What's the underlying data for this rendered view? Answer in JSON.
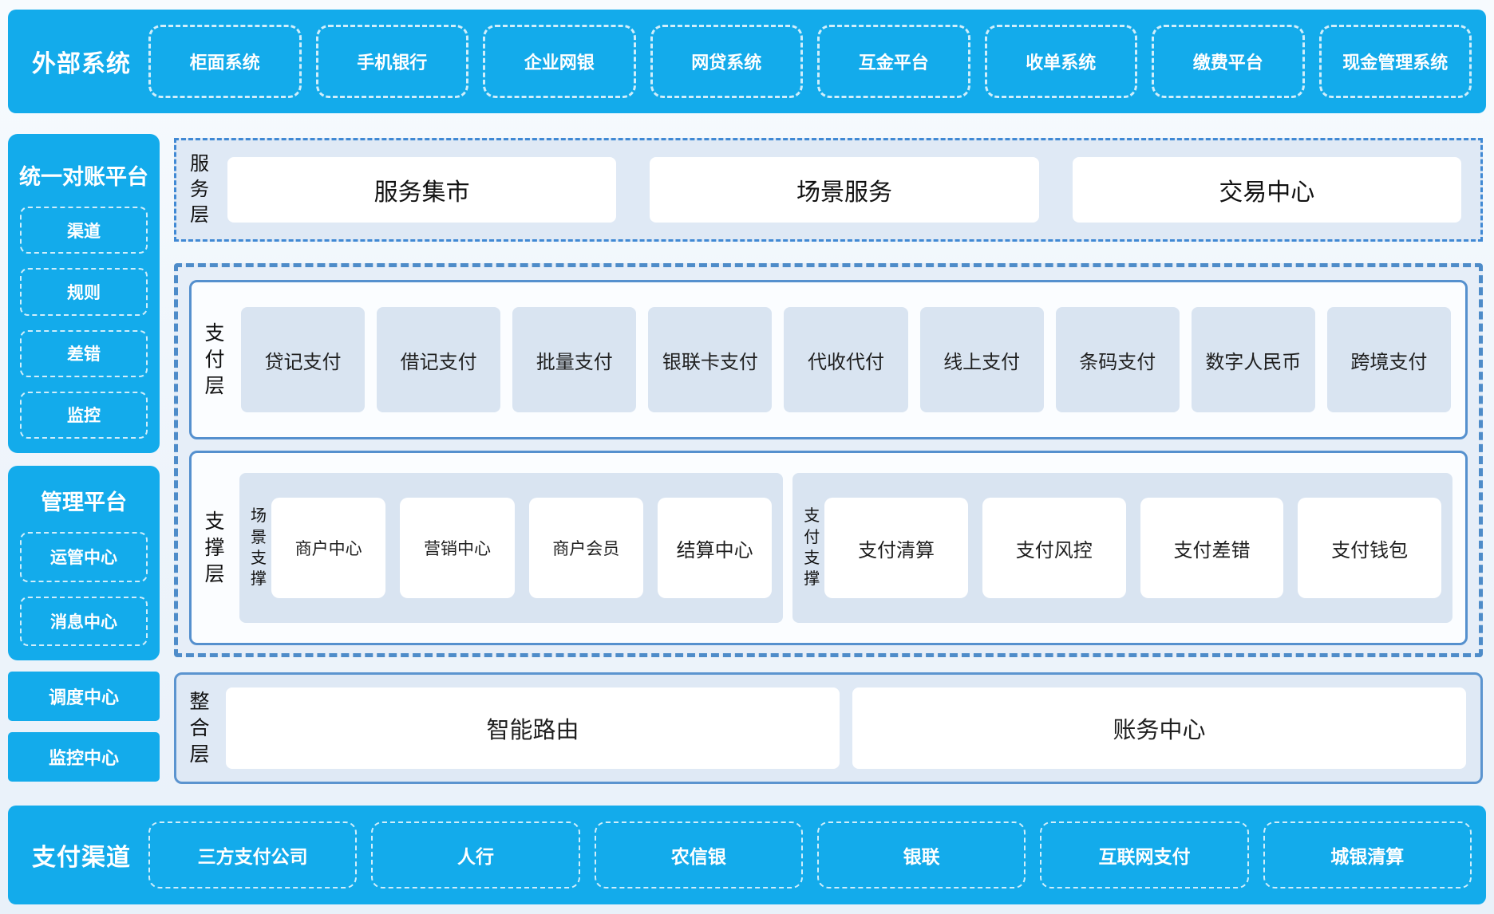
{
  "colors": {
    "brand_blue": "#13abeb",
    "outer_dashed_bg": "#e6eef8",
    "layer_bg": "#dfe9f5",
    "item_bg": "#d9e4f1",
    "solid_border": "#5590ce",
    "dashed_border": "#4e8cc9"
  },
  "external_systems": {
    "title": "外部系统",
    "items": [
      "柜面系统",
      "手机银行",
      "企业网银",
      "网贷系统",
      "互金平台",
      "收单系统",
      "缴费平台",
      "现金管理系统"
    ]
  },
  "sidebar": {
    "reconciliation": {
      "title": "统一对账平台",
      "items": [
        "渠道",
        "规则",
        "差错",
        "监控"
      ]
    },
    "management": {
      "title": "管理平台",
      "items": [
        "运管中心",
        "消息中心"
      ]
    },
    "dispatch_center": "调度中心",
    "monitor_center": "监控中心"
  },
  "service_layer": {
    "label": "服务层",
    "items": [
      "服务集市",
      "场景服务",
      "交易中心"
    ]
  },
  "payment_layer": {
    "label": "支付层",
    "items": [
      "贷记支付",
      "借记支付",
      "批量支付",
      "银联卡支付",
      "代收代付",
      "线上支付",
      "条码支付",
      "数字人民币",
      "跨境支付"
    ]
  },
  "support_layer": {
    "label": "支撑层",
    "groups": [
      {
        "label": "场景支撑",
        "items": [
          "商户中心",
          "营销中心",
          "商户会员",
          "结算中心"
        ]
      },
      {
        "label": "支付支撑",
        "items": [
          "支付清算",
          "支付风控",
          "支付差错",
          "支付钱包"
        ]
      }
    ]
  },
  "integration_layer": {
    "label": "整合层",
    "items": [
      "智能路由",
      "账务中心"
    ]
  },
  "payment_channels": {
    "title": "支付渠道",
    "items": [
      "三方支付公司",
      "人行",
      "农信银",
      "银联",
      "互联网支付",
      "城银清算"
    ]
  }
}
